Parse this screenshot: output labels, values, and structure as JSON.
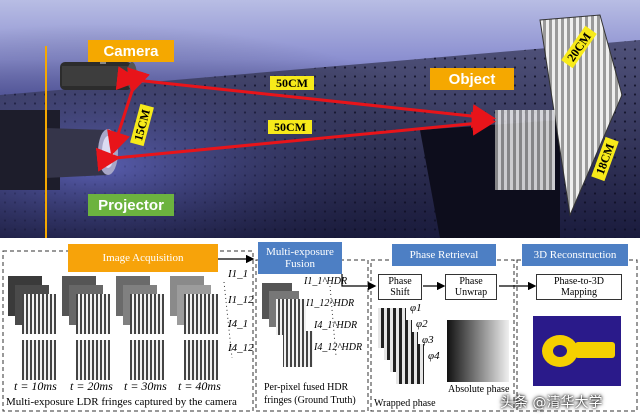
{
  "photo": {
    "labels": {
      "camera": "Camera",
      "projector": "Projector",
      "object": "Object"
    },
    "distances": {
      "camera_to_object": "50CM",
      "projector_to_object": "50CM",
      "camera_to_projector": "15CM",
      "object_width": "20CM",
      "object_height": "18CM"
    }
  },
  "pipeline": {
    "stages": {
      "image_acquisition": "Image Acquisition",
      "multi_exposure_fusion": "Multi-exposure Fusion",
      "phase_retrieval": "Phase Retrieval",
      "reconstruction": "3D Reconstruction"
    },
    "sub_steps": {
      "phase_shift": "Phase Shift",
      "phase_unwrap": "Phase Unwrap",
      "phase_to_3d": "Phase-to-3D Mapping"
    },
    "ldr_sequence_labels": [
      "I1_1",
      "I1_12",
      "I4_1",
      "I4_12"
    ],
    "hdr_sequence_labels": [
      "I1_1^HDR",
      "I1_12^HDR",
      "I4_1^HDR",
      "I4_12^HDR"
    ],
    "exposure_times": [
      "t = 10ms",
      "t = 20ms",
      "t = 30ms",
      "t = 40ms"
    ],
    "phase_labels": [
      "φ1",
      "φ2",
      "φ3",
      "φ4"
    ],
    "captions": {
      "ldr": "Multi-exposure LDR fringes captured by the camera",
      "hdr_line1": "Per-pixel fused HDR",
      "hdr_line2": "fringes (Ground Truth)",
      "wrapped": "Wrapped phase",
      "absolute": "Absolute phase"
    }
  },
  "watermark": "头条 @清华大学",
  "colors": {
    "camera_label": "#f5a800",
    "projector_label": "#6cb33f",
    "dimension_tag": "#f7ea1a",
    "distance_arrow": "#e8141a",
    "stage_blue": "#4d7fc4",
    "stage_orange": "#f7a30a",
    "connector": "#f5a800"
  }
}
